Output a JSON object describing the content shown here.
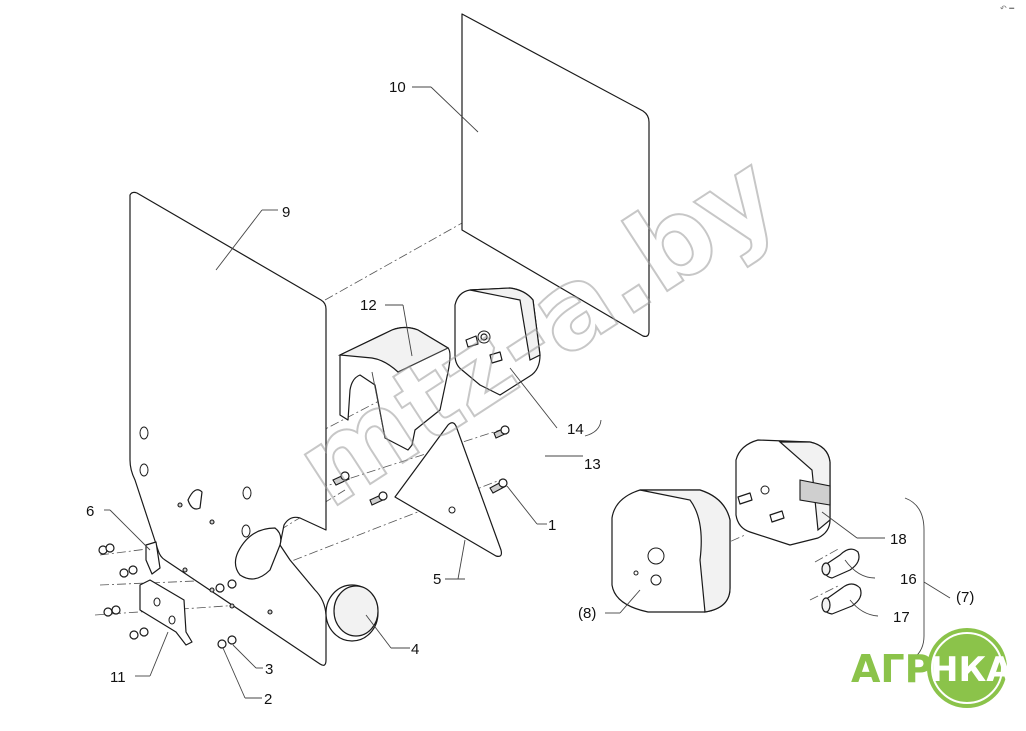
{
  "callouts": {
    "c1": "1",
    "c2": "2",
    "c3": "3",
    "c4": "4",
    "c5": "5",
    "c6": "6",
    "c7": "(7)",
    "c8": "(8)",
    "c9": "9",
    "c10": "10",
    "c11": "11",
    "c12": "12",
    "c13": "13",
    "c14": "14",
    "c16": "16",
    "c17": "17",
    "c18": "18"
  },
  "watermark": {
    "text": "mtz-a.by"
  },
  "logo": {
    "left": "АГРО",
    "right": "НКА"
  },
  "corner_mark": "↶ ━",
  "colors": {
    "line": "#1a1a1a",
    "logo_green": "#8bc34a",
    "watermark_gray": "#9a9a9a"
  }
}
